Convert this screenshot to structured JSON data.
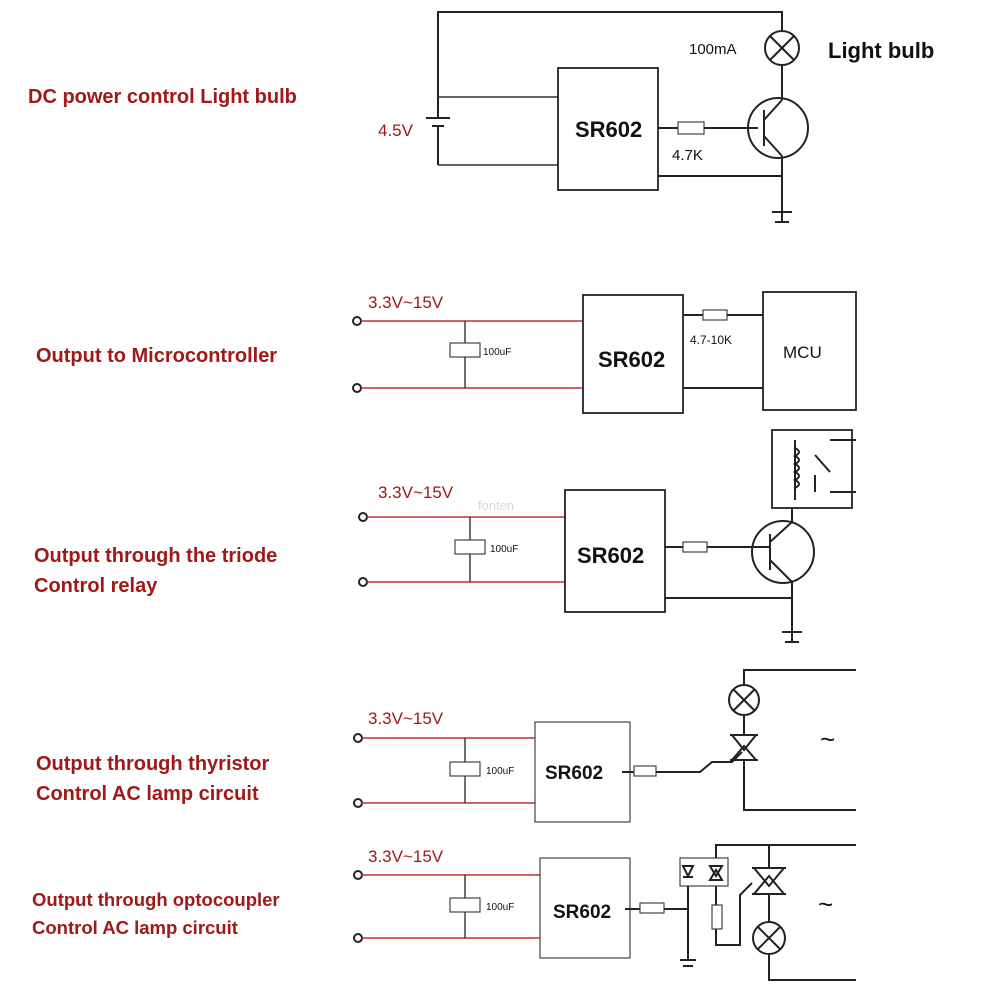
{
  "colors": {
    "title_red": "#a01818",
    "wire": "#222222",
    "background": "#ffffff"
  },
  "circuit1": {
    "title": "DC power control Light bulb",
    "voltage": "4.5V",
    "module": "SR602",
    "resistor": "4.7K",
    "current": "100mA",
    "load": "Light bulb"
  },
  "circuit2": {
    "title": "Output to Microcontroller",
    "voltage": "3.3V~15V",
    "module": "SR602",
    "resistor": "4.7-10K",
    "capacitor": "100uF",
    "load": "MCU"
  },
  "circuit3": {
    "title_line1": "Output through the triode",
    "title_line2": "Control relay",
    "voltage": "3.3V~15V",
    "module": "SR602",
    "capacitor": "100uF",
    "watermark": "fonten"
  },
  "circuit4": {
    "title_line1": "Output through thyristor",
    "title_line2": "Control AC lamp circuit",
    "voltage": "3.3V~15V",
    "module": "SR602",
    "capacitor": "100uF",
    "ac_symbol": "~"
  },
  "circuit5": {
    "title_line1": "Output through optocoupler",
    "title_line2": "Control AC lamp circuit",
    "voltage": "3.3V~15V",
    "module": "SR602",
    "capacitor": "100uF",
    "ac_symbol": "~"
  }
}
